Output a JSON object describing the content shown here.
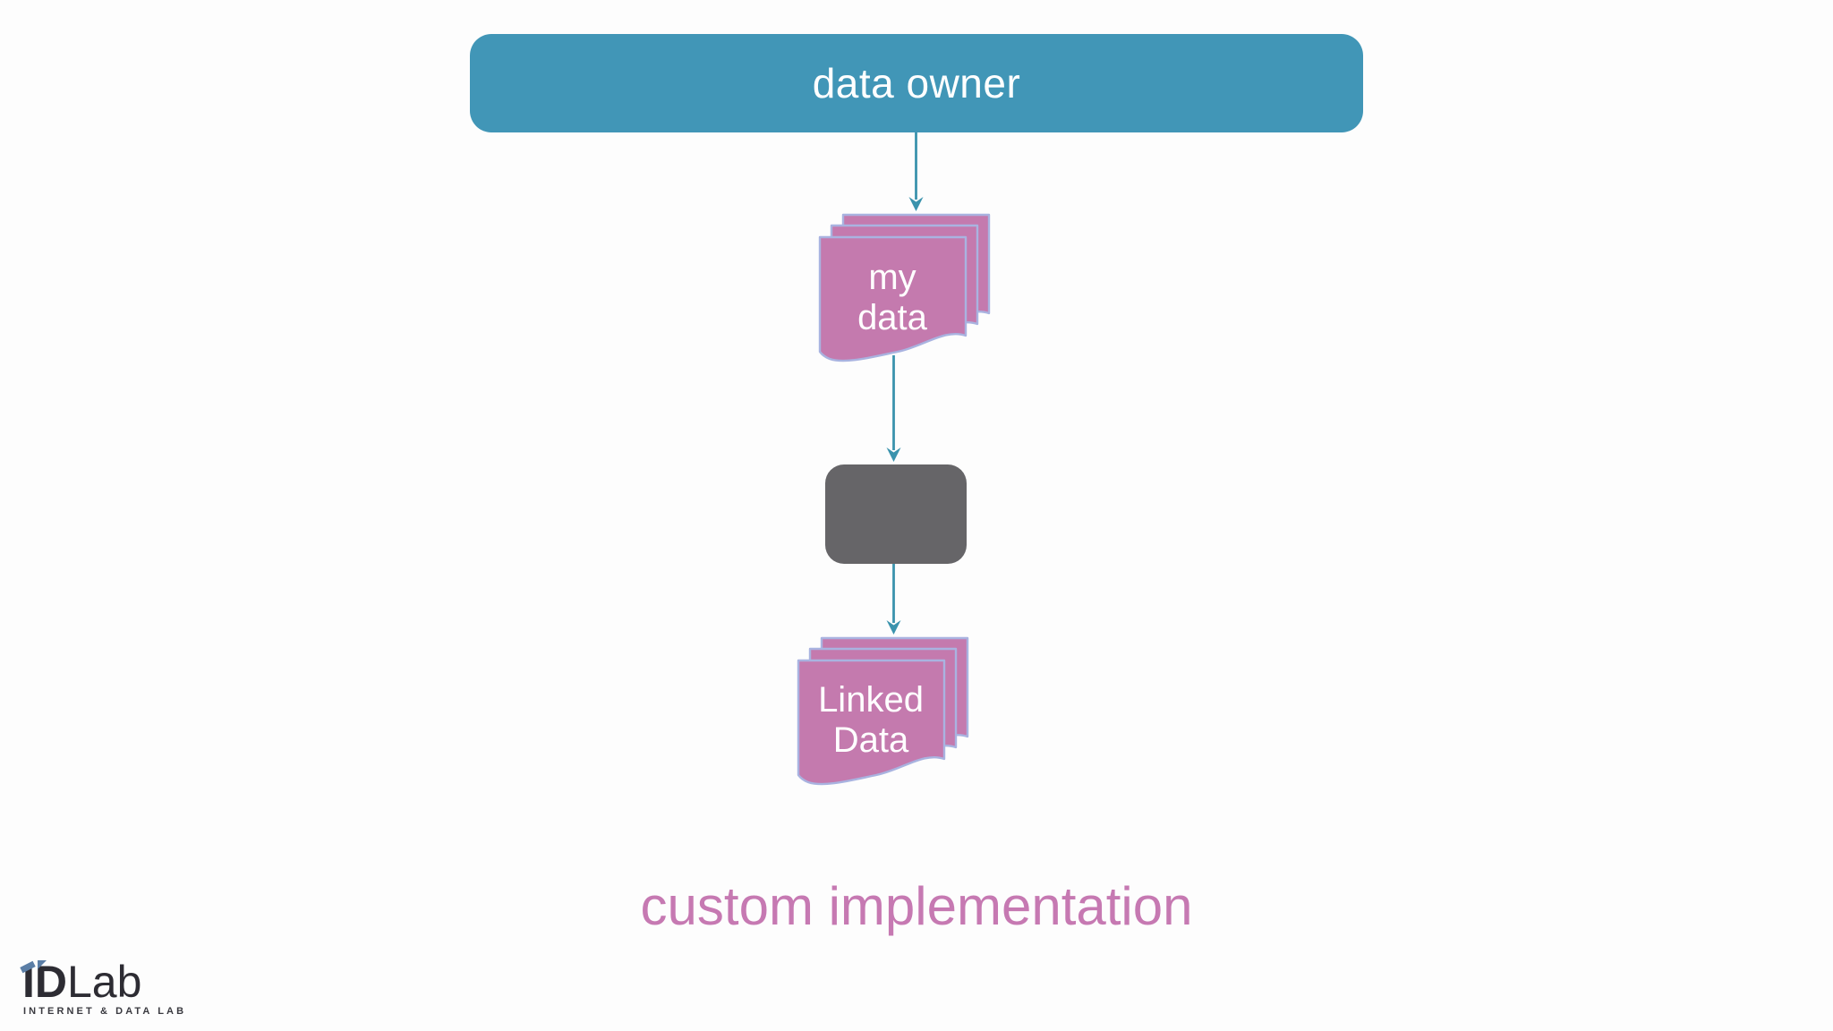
{
  "slide": {
    "nodes": {
      "data_owner": "data owner",
      "my_data": "my\ndata",
      "linked_data": "Linked\nData"
    },
    "caption": "custom implementation"
  },
  "logo": {
    "text_bold": "ID",
    "text_light": "Lab",
    "subtitle": "INTERNET & DATA LAB"
  },
  "colors": {
    "background": "#fdfdfd",
    "node_teal": "#4196b7",
    "doc_pink": "#c47aae",
    "doc_border": "#a9b3e0",
    "process_gray": "#666568",
    "arrow_teal": "#3b93ad",
    "caption_pink": "#c679b2",
    "logo_dark": "#2d2c33",
    "logo_blue": "#5b7ea6",
    "subtitle_dark": "#3a3a40"
  }
}
